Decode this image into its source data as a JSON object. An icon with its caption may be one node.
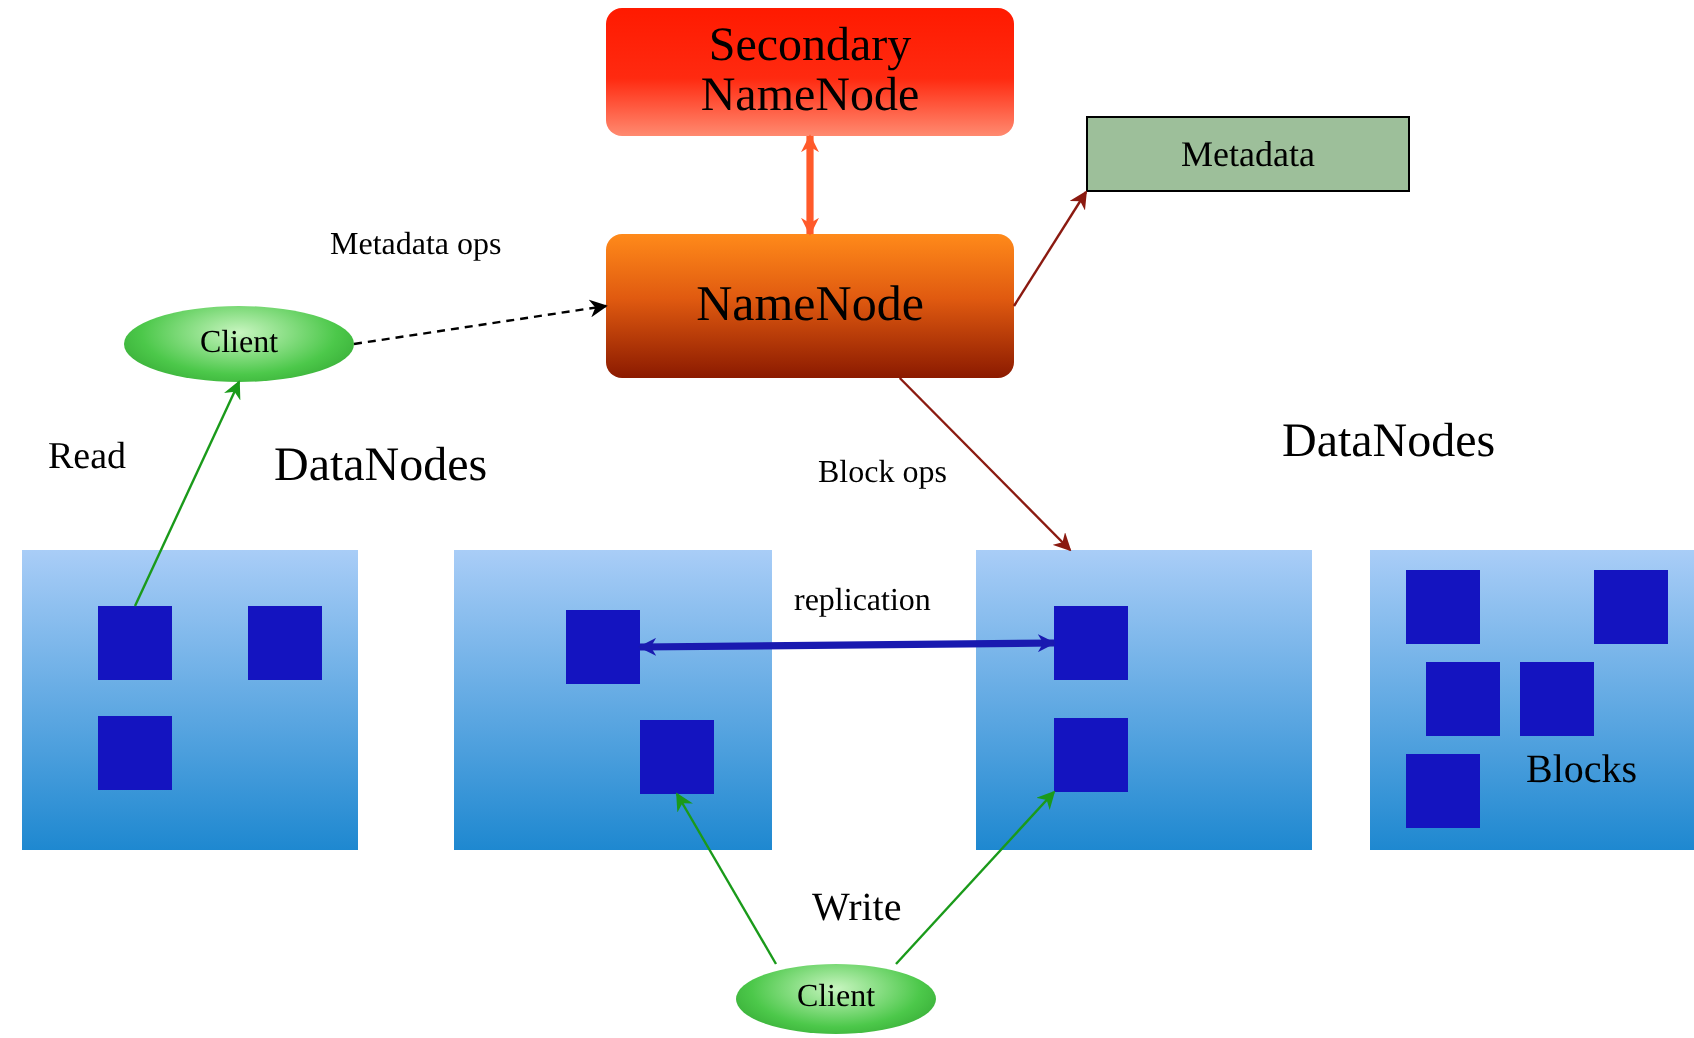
{
  "diagram": {
    "nodes": [
      {
        "text": [
          "Secondary NameNode"
        ]
      },
      {
        "text": [
          "Metadata"
        ]
      },
      {
        "text": [
          "NameNode"
        ]
      },
      {
        "text": [
          "Client"
        ]
      },
      {
        "text": [],
        "shape": "box"
      },
      {
        "text": [],
        "shape": "box",
        "in": 4
      },
      {
        "text": [],
        "shape": "box",
        "in": 4
      },
      {
        "text": [],
        "shape": "box",
        "in": 4
      },
      {
        "text": [],
        "shape": "box"
      },
      {
        "text": [],
        "shape": "box",
        "in": 8
      },
      {
        "text": [],
        "shape": "box",
        "in": 8
      },
      {
        "text": [],
        "shape": "box"
      },
      {
        "text": [],
        "shape": "box",
        "in": 11
      },
      {
        "text": [],
        "shape": "box",
        "in": 11
      },
      {
        "text": [
          "Blocks"
        ]
      },
      {
        "text": [],
        "shape": "box",
        "in": 14
      },
      {
        "text": [],
        "shape": "box",
        "in": 14
      },
      {
        "text": [],
        "shape": "box",
        "in": 14
      },
      {
        "text": [],
        "shape": "box",
        "in": 14
      },
      {
        "text": [],
        "shape": "box",
        "in": 14
      },
      {
        "text": [
          "Client"
        ]
      }
    ],
    "edges": [
      {
        "from": 0,
        "to": 2,
        "arrow": "both",
        "style": "thick",
        "color": "#ff5a2a"
      },
      {
        "from": 2,
        "to": 1,
        "arrow": "to",
        "color": "#8b1a10"
      },
      {
        "from": 3,
        "to": 2,
        "arrow": "to",
        "label": "Metadata ops",
        "style": "dashed",
        "color": "#000000"
      },
      {
        "from": 5,
        "to": 3,
        "arrow": "to"
      },
      {
        "from": 2,
        "to": 11,
        "arrow": "to",
        "label": "Block ops",
        "color": "#8b1a10"
      },
      {
        "from": 9,
        "to": 12,
        "arrow": "both",
        "label": "replication",
        "style": "thick",
        "color": "#1a1ab0"
      },
      {
        "from": 20,
        "to": 10,
        "arrow": "to"
      },
      {
        "from": 20,
        "to": 13,
        "arrow": "to"
      }
    ],
    "labels": [
      "Read",
      "DataNodes",
      "DataNodes",
      "Write"
    ]
  }
}
